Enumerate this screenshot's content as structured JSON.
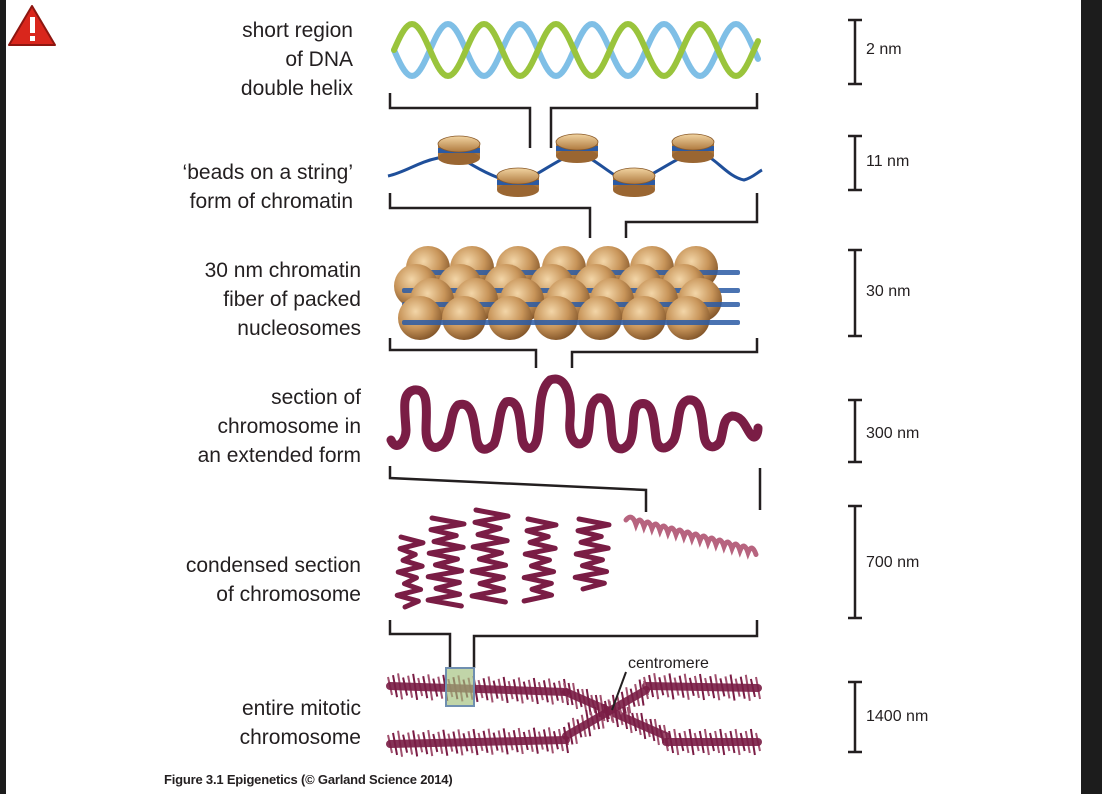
{
  "warning_icon": {
    "icon": "warning-triangle-icon",
    "color": "#d9261c"
  },
  "stages": [
    {
      "id": "dna",
      "label": [
        "short region",
        "of DNA",
        "double helix"
      ],
      "scale": "2 nm"
    },
    {
      "id": "beads",
      "label": [
        "‘beads on a string’",
        "form of chromatin"
      ],
      "scale": "11 nm"
    },
    {
      "id": "fiber",
      "label": [
        "30 nm chromatin",
        "fiber of packed",
        "nucleosomes"
      ],
      "scale": "30 nm"
    },
    {
      "id": "extended",
      "label": [
        "section of",
        "chromosome in",
        "an extended form"
      ],
      "scale": "300 nm"
    },
    {
      "id": "condensed",
      "label": [
        "condensed section",
        "of chromosome"
      ],
      "scale": "700 nm"
    },
    {
      "id": "mitotic",
      "label": [
        "entire mitotic",
        "chromosome"
      ],
      "scale": "1400 nm"
    }
  ],
  "centromere_label": "centromere",
  "caption": "Figure 3.1 Epigenetics (© Garland Science 2014)",
  "colors": {
    "helix_green": "#9ac43c",
    "helix_blue": "#7fbfe6",
    "bead_gold": "#c8955a",
    "linker_blue": "#1f4f9a",
    "chromatin": "#7a1d45",
    "chromatin_light": "#b7647f",
    "text": "#231f20"
  }
}
